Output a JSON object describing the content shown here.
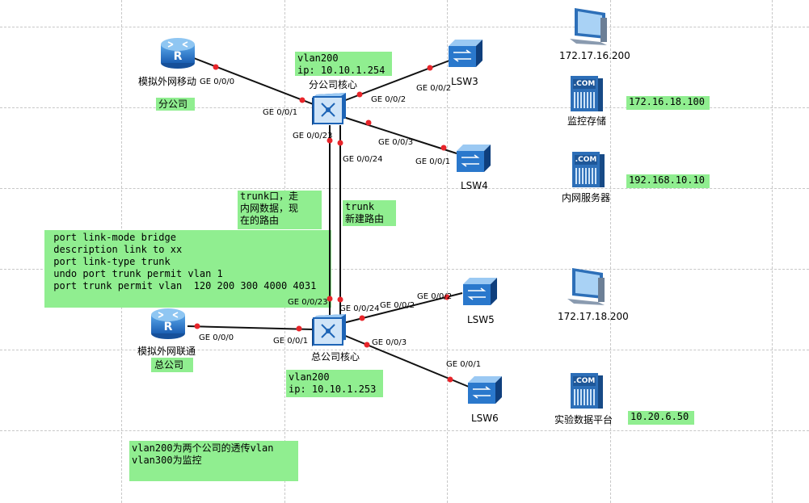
{
  "routers": {
    "mobile": {
      "name": "模拟外网移动",
      "port": "GE 0/0/0"
    },
    "unicom": {
      "name": "模拟外网联通",
      "port": "GE 0/0/0"
    }
  },
  "core_branch": {
    "name": "分公司核心",
    "ports": {
      "p1": "GE 0/0/1",
      "p2": "GE 0/0/2",
      "p3": "GE 0/0/3",
      "p23": "GE 0/0/23",
      "p24": "GE 0/0/24"
    }
  },
  "core_hq": {
    "name": "总公司核心",
    "ports": {
      "p1": "GE 0/0/1",
      "p2": "GE 0/0/2",
      "p3": "GE 0/0/3",
      "p23": "GE 0/0/23",
      "p24": "GE 0/0/24"
    }
  },
  "switches": {
    "lsw3": {
      "name": "LSW3",
      "port": "GE 0/0/2"
    },
    "lsw4": {
      "name": "LSW4",
      "port": "GE 0/0/1"
    },
    "lsw5": {
      "name": "LSW5",
      "port": "GE 0/0/2"
    },
    "lsw6": {
      "name": "LSW6",
      "port": "GE 0/0/1"
    }
  },
  "hosts": {
    "pc1": {
      "name": "172.17.16.200"
    },
    "pc2": {
      "name": "172.17.18.200"
    },
    "storage": {
      "name": "监控存储",
      "ip": "172.16.18.100"
    },
    "intranet": {
      "name": "内网服务器",
      "ip": "192.168.10.10"
    },
    "platform": {
      "name": "实验数据平台",
      "ip": "10.20.6.50"
    },
    "server_badge": ".COM"
  },
  "notes": {
    "branch_label": "分公司",
    "hq_label": "总公司",
    "vlan_branch": [
      "vlan200",
      "ip: 10.10.1.254"
    ],
    "vlan_hq": [
      "vlan200",
      "ip: 10.10.1.253"
    ],
    "trunk_old": [
      "trunk口，走",
      "内网数据，现",
      "在的路由"
    ],
    "trunk_new": [
      "trunk",
      "新建路由"
    ],
    "config": [
      " port link-mode bridge",
      " description link to xx",
      " port link-type trunk",
      " undo port trunk permit vlan 1",
      " port trunk permit vlan  120 200 300 4000 4031"
    ],
    "summary": [
      "vlan200为两个公司的透传vlan",
      "vlan300为监控"
    ]
  },
  "colors": {
    "note_bg": "#90ee90",
    "port_dot": "#e8252a",
    "device_blue": "#1e6fc4",
    "line": "#111111"
  }
}
